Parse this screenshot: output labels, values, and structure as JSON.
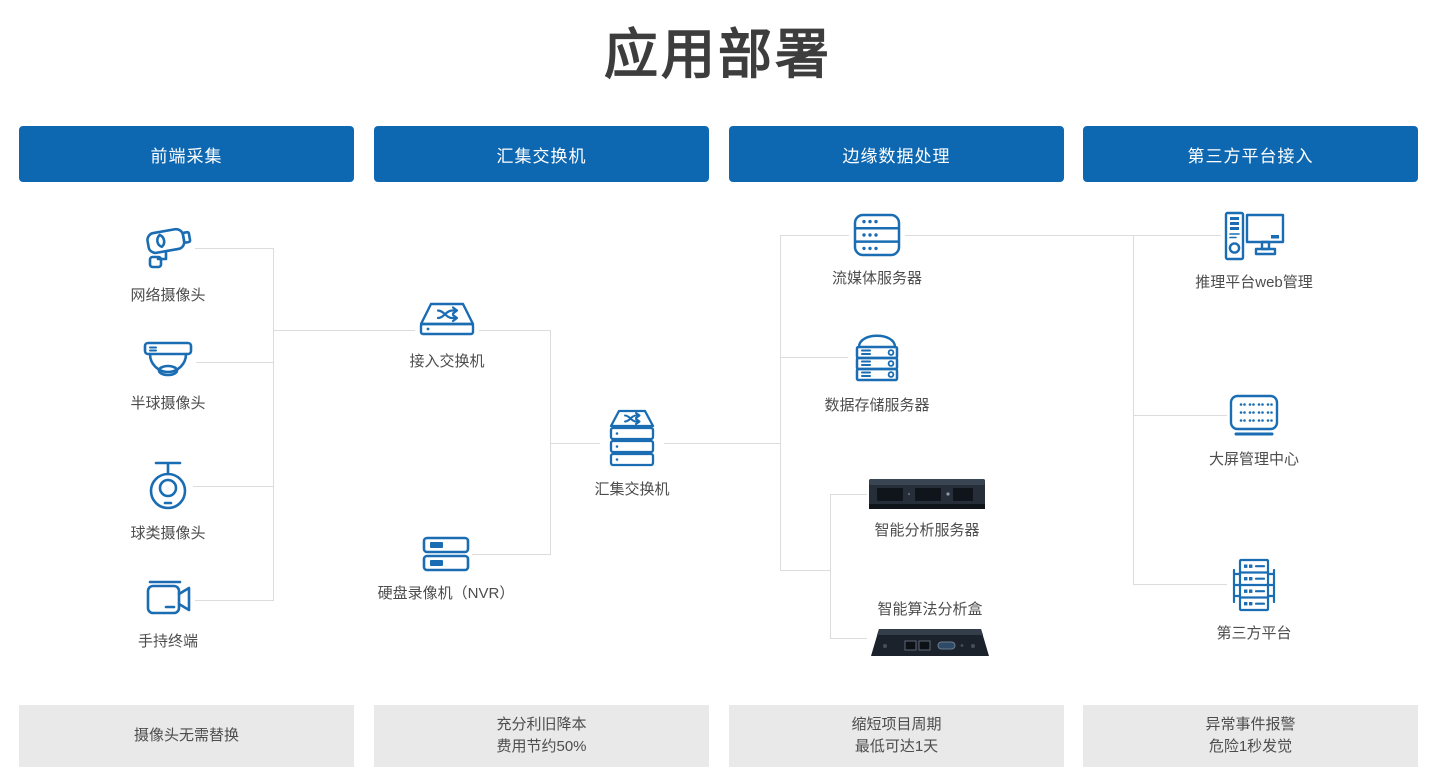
{
  "page": {
    "title": "应用部署"
  },
  "colors": {
    "header_blue": "#0e68b1",
    "icon_blue": "#1a6db3",
    "line_gray": "#dcdcdc",
    "footer_gray": "#e9e9e9",
    "title_dark": "#3d3d3d"
  },
  "columns": [
    {
      "header": "前端采集",
      "footer": [
        "摄像头无需替换"
      ]
    },
    {
      "header": "汇集交换机",
      "footer": [
        "充分利旧降本",
        "费用节约50%"
      ]
    },
    {
      "header": "边缘数据处理",
      "footer": [
        "缩短项目周期",
        "最低可达1天"
      ]
    },
    {
      "header": "第三方平台接入",
      "footer": [
        "异常事件报警",
        "危险1秒发觉"
      ]
    }
  ],
  "nodes": {
    "network_camera": {
      "label": "网络摄像头",
      "icon": "bullet-camera-icon"
    },
    "dome_camera": {
      "label": "半球摄像头",
      "icon": "dome-camera-icon"
    },
    "ball_camera": {
      "label": "球类摄像头",
      "icon": "ptz-camera-icon"
    },
    "handheld": {
      "label": "手持终端",
      "icon": "camcorder-icon"
    },
    "access_switch": {
      "label": "接入交换机",
      "icon": "switch-icon"
    },
    "agg_switch": {
      "label": "汇集交换机",
      "icon": "stacked-switch-icon"
    },
    "nvr": {
      "label": "硬盘录像机（NVR）",
      "icon": "nvr-icon"
    },
    "stream_server": {
      "label": "流媒体服务器",
      "icon": "server-icon"
    },
    "storage_server": {
      "label": "数据存储服务器",
      "icon": "storage-server-icon"
    },
    "analysis_server": {
      "label": "智能分析服务器",
      "icon": "rack-server-photo"
    },
    "analysis_box": {
      "label": "智能算法分析盒",
      "icon": "edge-box-photo"
    },
    "web_mgmt": {
      "label": "推理平台web管理",
      "icon": "workstation-icon"
    },
    "big_screen": {
      "label": "大屏管理中心",
      "icon": "led-screen-icon"
    },
    "third_party": {
      "label": "第三方平台",
      "icon": "platform-server-icon"
    }
  }
}
